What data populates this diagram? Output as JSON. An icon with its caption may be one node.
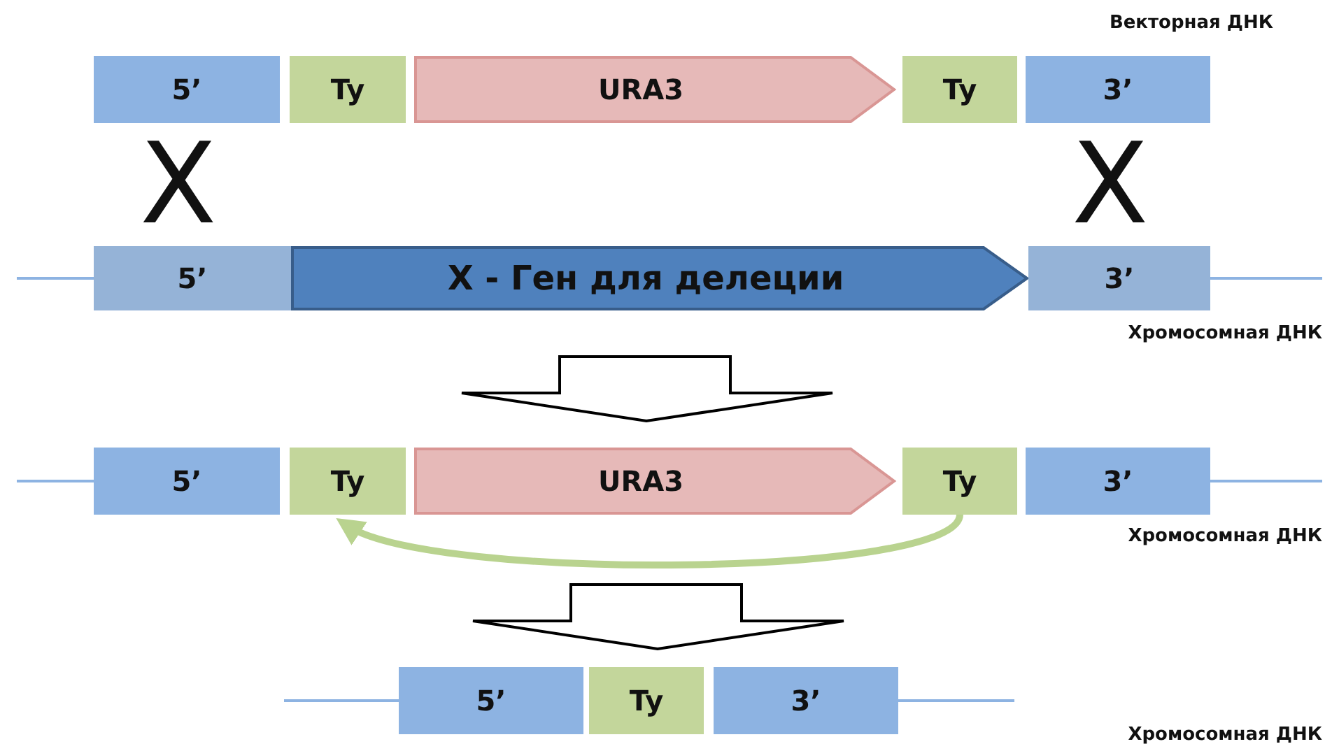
{
  "diagram": {
    "nodes": [
      {
        "text": [
          "5’"
        ]
      },
      {
        "text": [
          "Ty"
        ]
      },
      {
        "text": [
          "URA3"
        ]
      },
      {
        "text": [
          "Ty"
        ]
      },
      {
        "text": [
          "3’"
        ]
      },
      {
        "text": [
          "5’"
        ]
      },
      {
        "text": [
          "X - Ген для делеции"
        ]
      },
      {
        "text": [
          "3’"
        ]
      },
      {
        "text": [
          "5’"
        ]
      },
      {
        "text": [
          "Ty"
        ]
      },
      {
        "text": [
          "URA3"
        ]
      },
      {
        "text": [
          "Ty"
        ]
      },
      {
        "text": [
          "3’"
        ]
      },
      {
        "text": [
          "5’"
        ]
      },
      {
        "text": [
          "Ty"
        ]
      },
      {
        "text": [
          "3’"
        ]
      }
    ],
    "edges": [
      {
        "from": 11,
        "to": 9,
        "arrow": "to",
        "color": "#b9d38f"
      }
    ],
    "labels": [
      "Векторная ДНК",
      "X",
      "X",
      "Хромосомная ДНК",
      "Хромосомная ДНК",
      "Хромосомная ДНК"
    ]
  }
}
